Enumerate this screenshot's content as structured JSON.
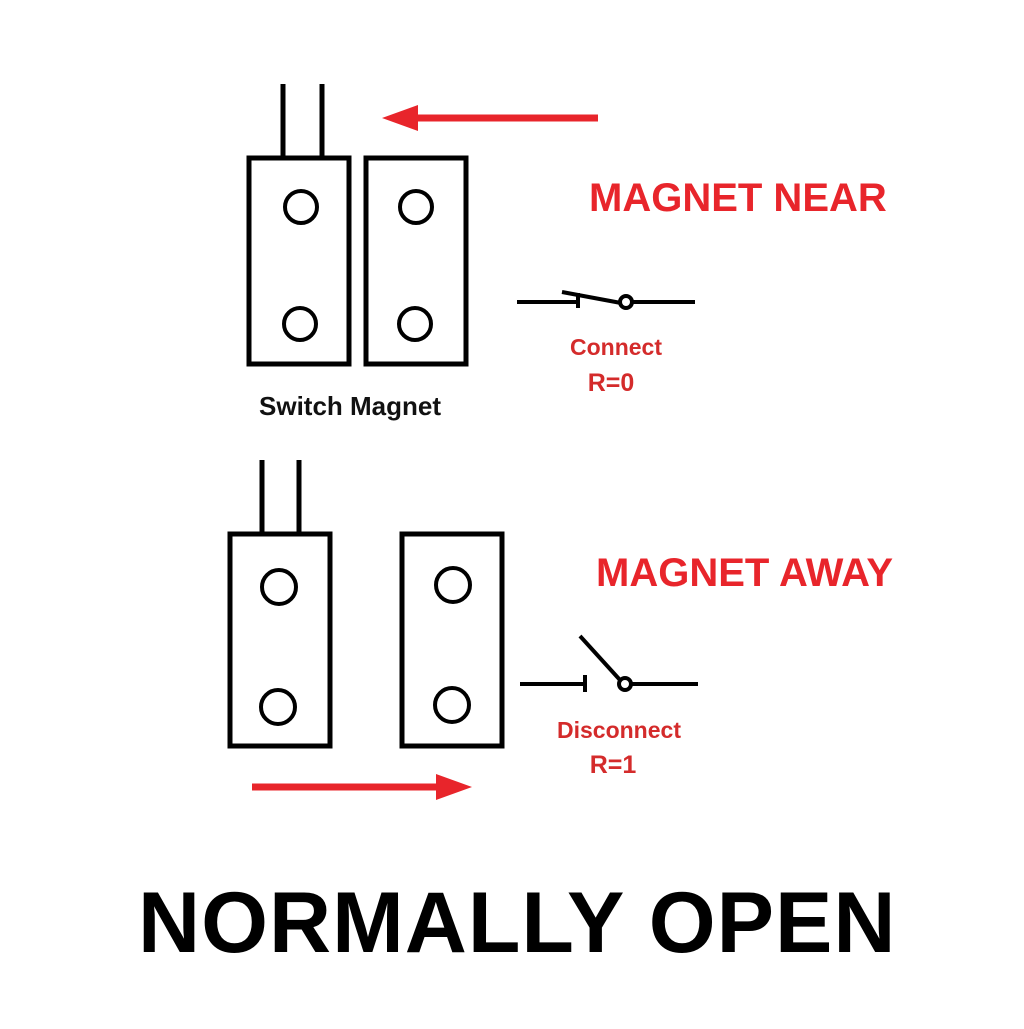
{
  "colors": {
    "accent_red": "#e8252b",
    "label_red": "#d42b2b",
    "line_black": "#000000",
    "background": "#ffffff"
  },
  "near_state": {
    "heading": "MAGNET NEAR",
    "component_label": "Switch Magnet",
    "state_label": "Connect",
    "resistance_label": "R=0",
    "arrow_direction": "left"
  },
  "away_state": {
    "heading": "MAGNET AWAY",
    "state_label": "Disconnect",
    "resistance_label": "R=1",
    "arrow_direction": "right"
  },
  "footer": {
    "title": "NORMALLY OPEN"
  }
}
